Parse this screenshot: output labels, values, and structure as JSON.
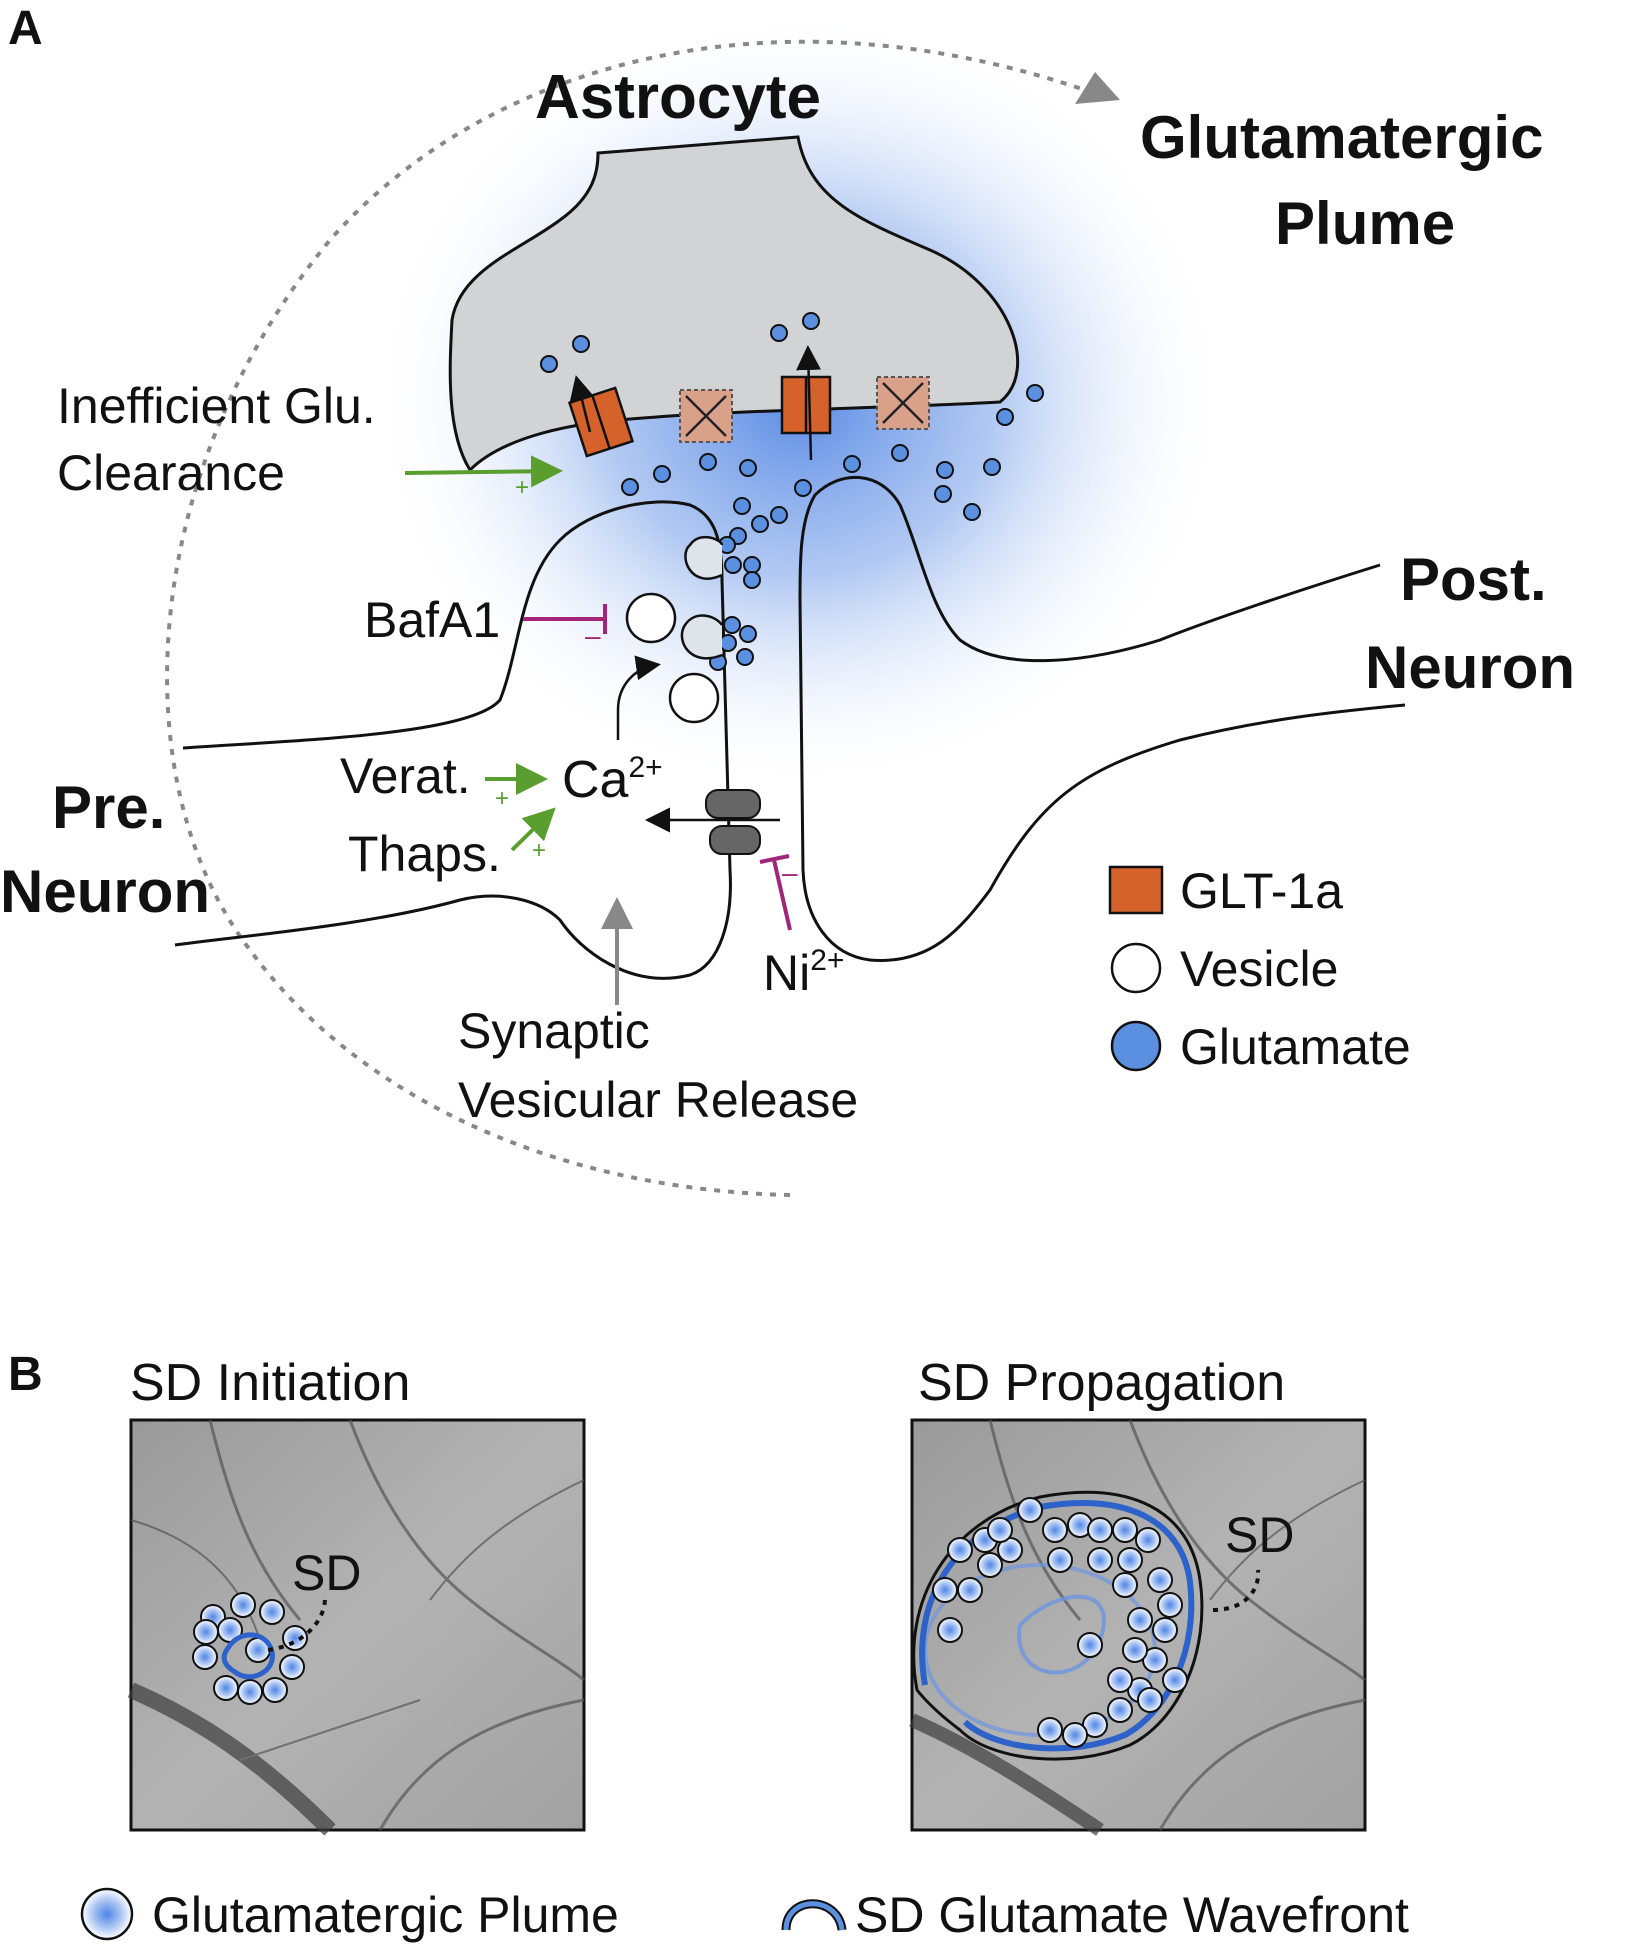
{
  "panel_a": {
    "letter": "A",
    "labels": {
      "astrocyte": "Astrocyte",
      "plume_line1": "Glutamatergic",
      "plume_line2": "Plume",
      "inefficient_line1": "Inefficient Glu.",
      "inefficient_line2": "Clearance",
      "post_line1": "Post.",
      "post_line2": "Neuron",
      "pre_line1": "Pre.",
      "pre_line2": "Neuron",
      "bafa1": "BafA1",
      "verat": "Verat.",
      "thaps": "Thaps.",
      "ca": "Ca",
      "ca_sup": "2+",
      "ni": "Ni",
      "ni_sup": "2+",
      "synaptic_line1": "Synaptic",
      "synaptic_line2": "Vesicular Release",
      "plus": "+",
      "minus": "–"
    },
    "legend": [
      {
        "label": "GLT-1a",
        "symbol": "square",
        "color": "#d4622a"
      },
      {
        "label": "Vesicle",
        "symbol": "circle",
        "color": "#ffffff"
      },
      {
        "label": "Glutamate",
        "symbol": "circle",
        "color": "#5b8fe0"
      }
    ]
  },
  "panel_b": {
    "letter": "B",
    "initiation_title": "SD Initiation",
    "propagation_title": "SD Propagation",
    "sd_label": "SD",
    "legend": [
      {
        "label": "Glutamatergic Plume",
        "symbol": "plume-dot"
      },
      {
        "label": "SD Glutamate Wavefront",
        "symbol": "wavefront-arc"
      }
    ]
  },
  "colors": {
    "astrocyte_fill": "#d2d3d5",
    "glt1a": "#d4622a",
    "glutamate": "#5b8fe0",
    "plume_blue": "#4a7fe0",
    "activator_green": "#5a9e2f",
    "inhibitor_magenta": "#a3257a",
    "dashed_arrow": "#888888"
  }
}
